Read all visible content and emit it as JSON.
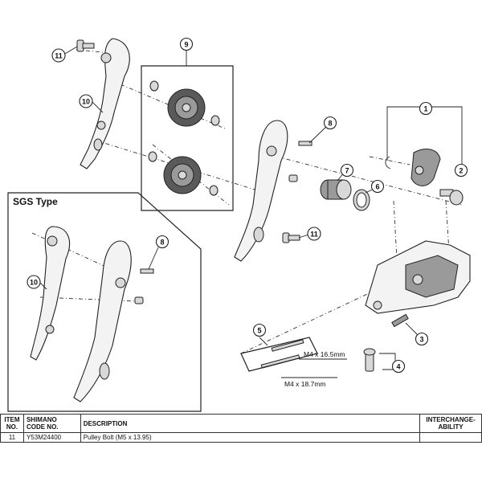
{
  "callouts": [
    "1",
    "2",
    "3",
    "4",
    "5",
    "6",
    "7",
    "8",
    "9",
    "10",
    "11"
  ],
  "inset": {
    "title": "SGS Type",
    "callouts": [
      "8",
      "10"
    ]
  },
  "dimensions": [
    "M4 x 16.5mm",
    "M4 x 18.7mm"
  ],
  "table": {
    "headers": {
      "item": [
        "ITEM",
        "NO."
      ],
      "code": [
        "SHIMANO",
        "CODE NO."
      ],
      "description": "DESCRIPTION",
      "interchange": [
        "INTERCHANGE-",
        "ABILITY"
      ]
    },
    "rows": [
      {
        "item": "11",
        "code": "Y53M24400",
        "description": "Pulley Bolt (M5 x 13.95)",
        "interchange": ""
      }
    ]
  }
}
